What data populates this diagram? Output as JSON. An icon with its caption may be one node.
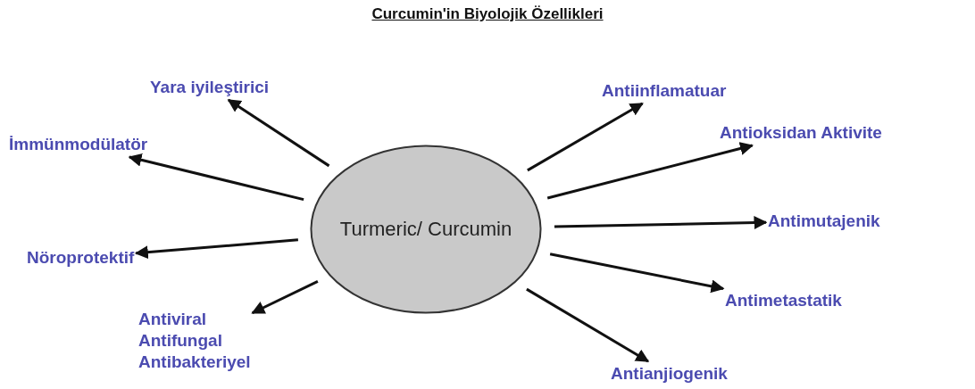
{
  "diagram": {
    "title": "Curcumin'in Biyolojik Özellikleri",
    "nodes": [
      {
        "text": [
          "Turmeric/ Curcumin"
        ]
      },
      {
        "text": [
          "Antiinflamatuar"
        ]
      },
      {
        "text": [
          "Yara iyileştirici"
        ]
      },
      {
        "text": [
          "Antioksidan Aktivite"
        ]
      },
      {
        "text": [
          "İmmünmodülatör"
        ]
      },
      {
        "text": [
          "Antimutajenik"
        ]
      },
      {
        "text": [
          "Nöroprotektif"
        ]
      },
      {
        "text": [
          "Antimetastatik"
        ]
      },
      {
        "text": [
          "Antiviral",
          "Antifungal",
          "Antibakteriyel"
        ]
      },
      {
        "text": [
          "Antianjiogenik"
        ]
      }
    ],
    "edges": [
      {
        "from": 0,
        "to": 1,
        "arrow": "to"
      },
      {
        "from": 0,
        "to": 2,
        "arrow": "to"
      },
      {
        "from": 0,
        "to": 3,
        "arrow": "to"
      },
      {
        "from": 0,
        "to": 4,
        "arrow": "to"
      },
      {
        "from": 0,
        "to": 5,
        "arrow": "to"
      },
      {
        "from": 0,
        "to": 6,
        "arrow": "to"
      },
      {
        "from": 0,
        "to": 7,
        "arrow": "to"
      },
      {
        "from": 0,
        "to": 8,
        "arrow": "to"
      },
      {
        "from": 0,
        "to": 9,
        "arrow": "to"
      }
    ]
  }
}
